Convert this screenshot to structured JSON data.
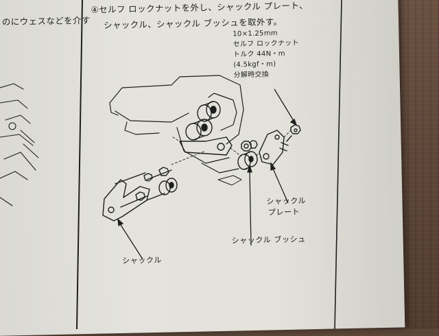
{
  "left_column": {
    "top_fragment": "のにウェスなどを介す"
  },
  "step": {
    "number": "④",
    "line1": "セルフ ロックナットを外し、シャックル プレート、",
    "line2": "シャックル、シャックル ブッシュを取外す。"
  },
  "spec": {
    "size": "10×1.25mm",
    "part": "セルフ ロックナット",
    "torque": "トルク  44N・m",
    "torque_kgf": "(4.5kgf・m)",
    "note": "分解時交換"
  },
  "labels": {
    "shackle_plate_line1": "シャックル",
    "shackle_plate_line2": "プレート",
    "shackle_bush": "シャックル ブッシュ",
    "shackle": "シャックル"
  }
}
